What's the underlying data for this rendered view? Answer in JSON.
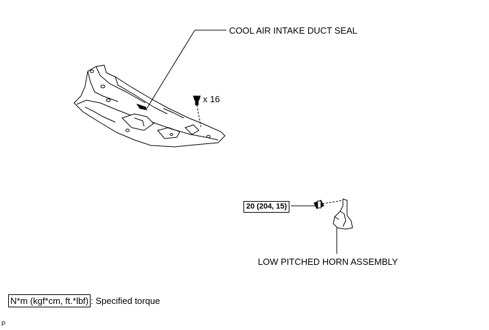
{
  "labels": {
    "seal": "COOL AIR INTAKE DUCT SEAL",
    "clip_qty": "x 16",
    "torque": "20 (204, 15)",
    "horn": "LOW PITCHED HORN ASSEMBLY",
    "legend_unit": "N*m (kgf*cm, ft.*lbf)",
    "legend_text": ": Specified torque",
    "corner_mark": "P"
  }
}
